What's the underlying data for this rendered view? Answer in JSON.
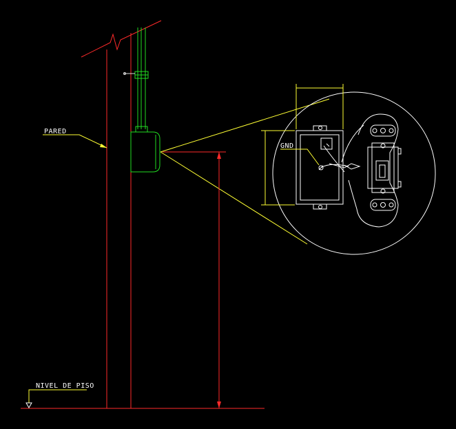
{
  "labels": {
    "wall": "PARED",
    "floor": "NIVEL DE PISO",
    "ground": "GND"
  },
  "colors": {
    "background": "#000000",
    "wall": "#ff2a2a",
    "conduit": "#22dd22",
    "leader": "#ffff33",
    "detail": "#ffffff",
    "dimension": "#ff2a2a"
  }
}
